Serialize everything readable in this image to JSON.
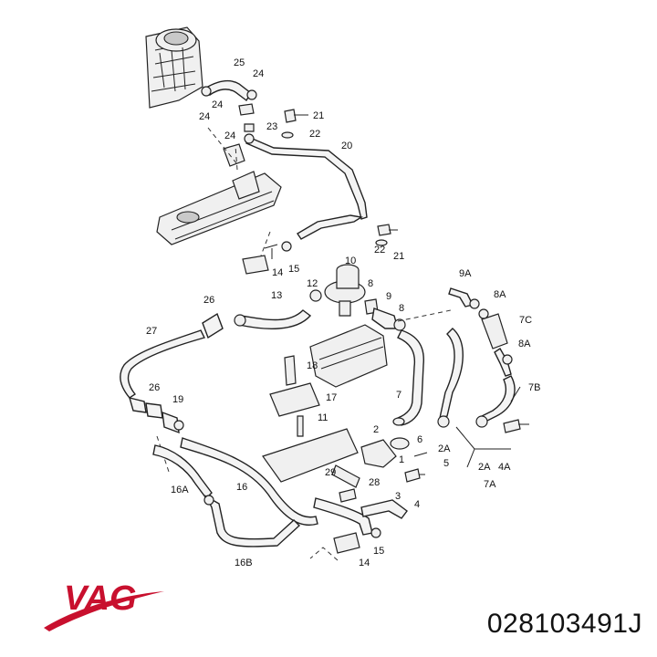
{
  "brand": {
    "name": "VAG",
    "color": "#c8102e"
  },
  "part_number": "028103491J",
  "diagram": {
    "callouts": {
      "c25": "25",
      "c24a": "24",
      "c24b": "24",
      "c24c": "24",
      "c24d": "24",
      "c21a": "21",
      "c21b": "21",
      "c23": "23",
      "c22a": "22",
      "c22b": "22",
      "c20": "20",
      "c14a": "14",
      "c15a": "15",
      "c10": "10",
      "c12": "12",
      "c13": "13",
      "c8a": "8",
      "c9": "9",
      "c8b": "8",
      "c9A": "9A",
      "c8Aa": "8A",
      "c7C": "7C",
      "c8Ab": "8A",
      "c7B": "7B",
      "c26a": "26",
      "c27": "27",
      "c18": "18",
      "c17": "17",
      "c7": "7",
      "c26b": "26",
      "c19": "19",
      "c11": "11",
      "c2": "2",
      "c6": "6",
      "c1": "1",
      "c5": "5",
      "c2Aa": "2A",
      "c2Ab": "2A",
      "c4A": "4A",
      "c7A": "7A",
      "c16A": "16A",
      "c16": "16",
      "c29": "29",
      "c28": "28",
      "c3": "3",
      "c4": "4",
      "c16B": "16B",
      "c14b": "14",
      "c15b": "15"
    }
  }
}
